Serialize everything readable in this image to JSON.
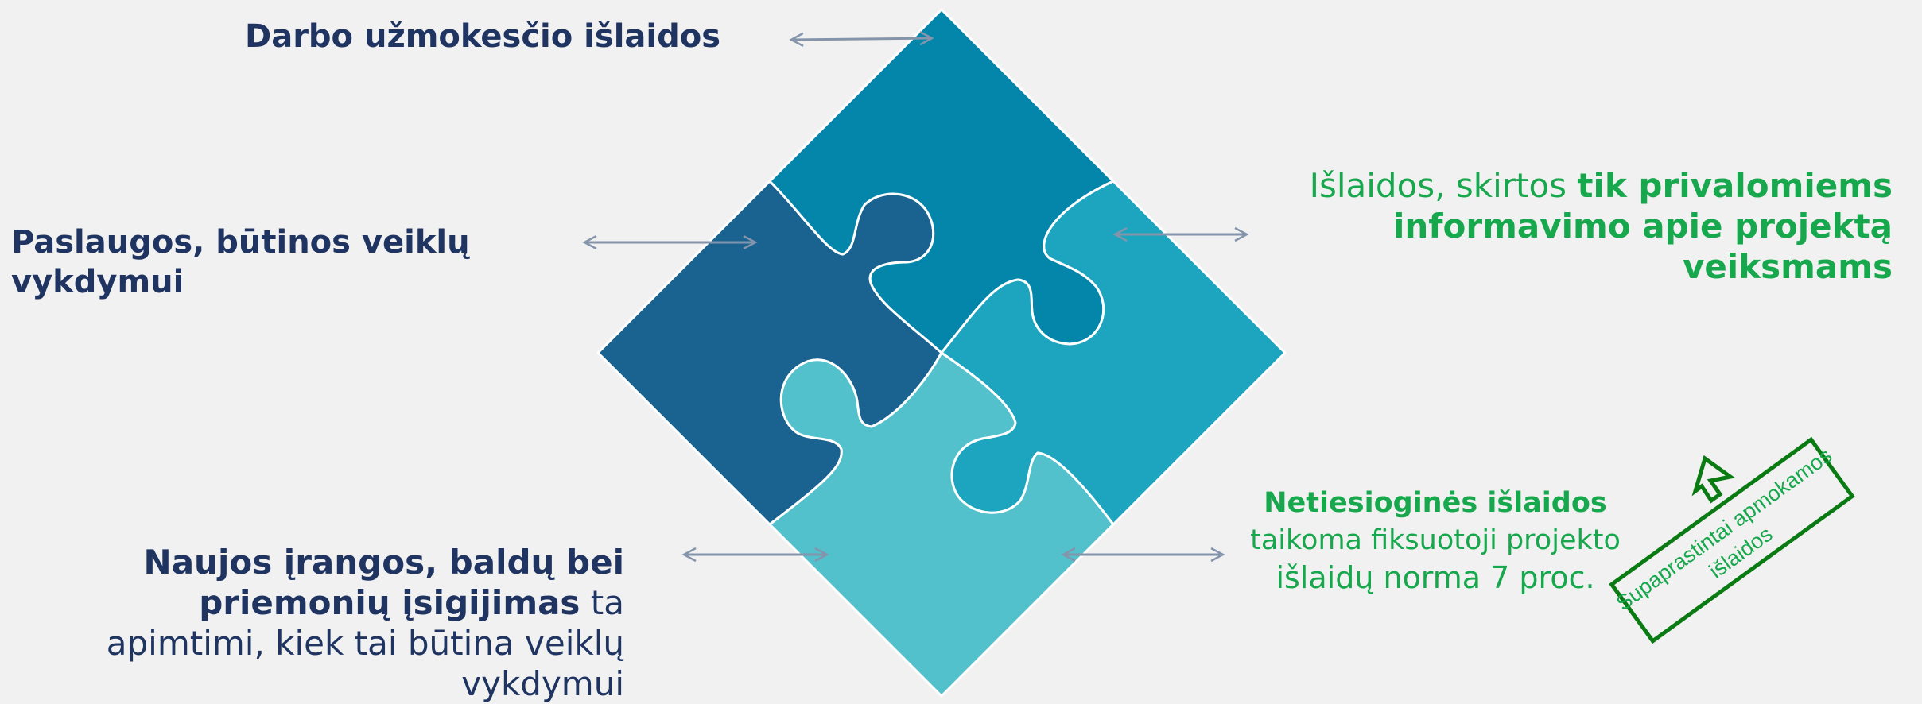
{
  "labels": {
    "labor": "Darbo užmokesčio išlaidos",
    "services": "Paslaugos, būtinos veiklų vykdymui",
    "equipment_bold": "Naujos įrangos, baldų bei priemonių įsigijimas",
    "equipment_rest": " ta apimtimi, kiek tai būtina veiklų vykdymui",
    "info_prefix": "Išlaidos, skirtos ",
    "info_bold": "tik privalomiems informavimo apie projektą veiksmams",
    "indirect_title": "Netiesioginės išlaidos",
    "indirect_line1": "taikoma fiksuotoji projekto",
    "indirect_line2": "išlaidų norma 7 proc.",
    "simplified_line1": "Supaprastintai apmokamos",
    "simplified_line2": "išlaidos"
  },
  "colors": {
    "top": "#0486ab",
    "left": "#1a628f",
    "right": "#1da4bf",
    "bottom": "#53c1cb",
    "navy": "#1f3461",
    "green": "#17a84d",
    "box_green": "#0a7a12",
    "arrow": "#8494ab"
  }
}
